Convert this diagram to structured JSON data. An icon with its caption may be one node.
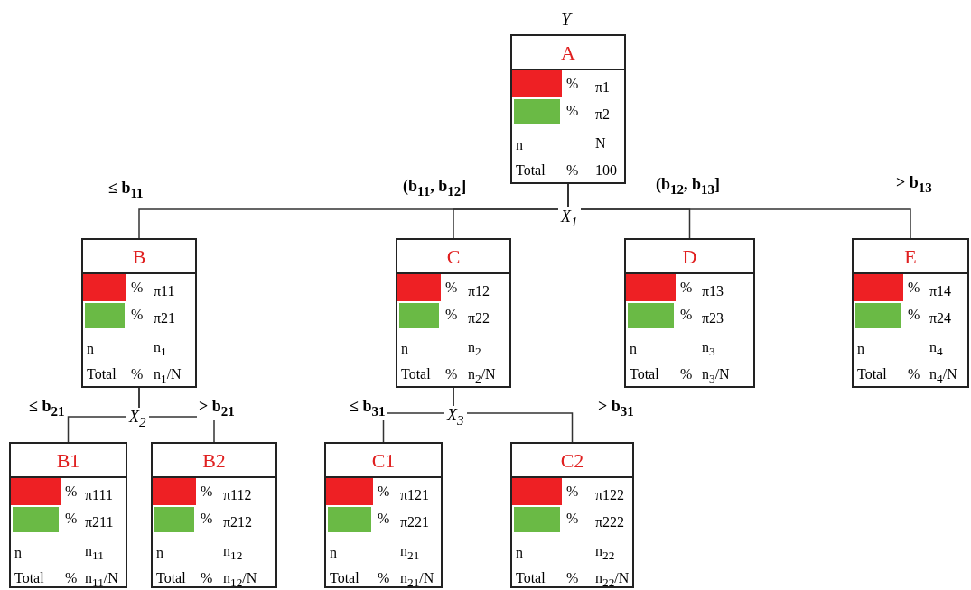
{
  "diagram": {
    "nodes": [
      {
        "text": [
          "A",
          "%",
          "π1",
          "%",
          "π2",
          "n",
          "N",
          "Total",
          "%",
          "100"
        ],
        "beside": [
          "Y"
        ]
      },
      {
        "text": [
          "B",
          "%",
          "π11",
          "%",
          "π21",
          "n",
          "n$_{1}$",
          "Total",
          "%",
          "n$_{1}$/N"
        ]
      },
      {
        "text": [
          "C",
          "%",
          "π12",
          "%",
          "π22",
          "n",
          "n$_{2}$",
          "Total",
          "%",
          "n$_{2}$/N"
        ]
      },
      {
        "text": [
          "D",
          "%",
          "π13",
          "%",
          "π23",
          "n",
          "n$_{3}$",
          "Total",
          "%",
          "n$_{3}$/N"
        ]
      },
      {
        "text": [
          "E",
          "%",
          "π14",
          "%",
          "π24",
          "n",
          "n$_{4}$",
          "Total",
          "%",
          "n$_{4}$/N"
        ]
      },
      {
        "text": [
          "B1",
          "%",
          "π111",
          "%",
          "π211",
          "n",
          "n$_{11}$",
          "Total",
          "%",
          "n$_{11}$/N"
        ]
      },
      {
        "text": [
          "B2",
          "%",
          "π112",
          "%",
          "π212",
          "n",
          "n$_{12}$",
          "Total",
          "%",
          "n$_{12}$/N"
        ]
      },
      {
        "text": [
          "C1",
          "%",
          "π121",
          "%",
          "π221",
          "n",
          "n$_{21}$",
          "Total",
          "%",
          "n$_{21}$/N"
        ]
      },
      {
        "text": [
          "C2",
          "%",
          "π122",
          "%",
          "π222",
          "n",
          "n$_{22}$",
          "Total",
          "%",
          "n$_{22}$/N"
        ]
      }
    ],
    "edges": [
      {
        "from": 0,
        "to": 1,
        "arrow": "none",
        "label": "≤ b$_{11}$"
      },
      {
        "from": 0,
        "to": 2,
        "arrow": "none",
        "label": "(b$_{11}$, b$_{12}$]"
      },
      {
        "from": 0,
        "to": 3,
        "arrow": "none",
        "label": "(b$_{12}$, b$_{13}$]"
      },
      {
        "from": 0,
        "to": 4,
        "arrow": "none",
        "label": "> b$_{13}$"
      },
      {
        "from": 1,
        "to": 5,
        "arrow": "none",
        "label": "≤ b$_{21}$"
      },
      {
        "from": 1,
        "to": 6,
        "arrow": "none",
        "label": "> b$_{21}$"
      },
      {
        "from": 2,
        "to": 7,
        "arrow": "none",
        "label": "≤ b$_{31}$"
      },
      {
        "from": 2,
        "to": 8,
        "arrow": "none",
        "label": "> b$_{31}$"
      }
    ],
    "labels": [
      "X$_{1}$",
      "X$_{2}$",
      "X$_{3}$"
    ]
  }
}
